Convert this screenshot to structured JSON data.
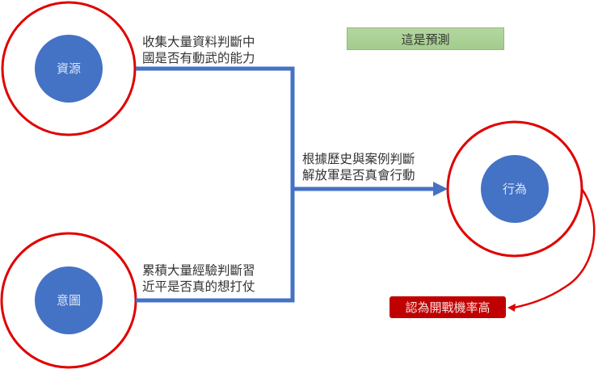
{
  "colors": {
    "ring": "#e00000",
    "node_fill": "#4472c4",
    "connector": "#4472c4",
    "prediction_box": "#a9d18e",
    "conclusion_box": "#c00000"
  },
  "nodes": [
    {
      "id": "resources",
      "label": "資源"
    },
    {
      "id": "intent",
      "label": "意圖"
    },
    {
      "id": "behavior",
      "label": "行為"
    }
  ],
  "annotations": {
    "resources": {
      "line1": "收集大量資料判斷中",
      "line2": "國是否有動武的能力"
    },
    "intent": {
      "line1": "累積大量經驗判斷習",
      "line2": "近平是否真的想打仗"
    },
    "history": {
      "line1": "根據歷史與案例判斷",
      "line2": "解放軍是否真會行動"
    }
  },
  "prediction_label": "這是預測",
  "conclusion_label": "認為開戰機率高"
}
